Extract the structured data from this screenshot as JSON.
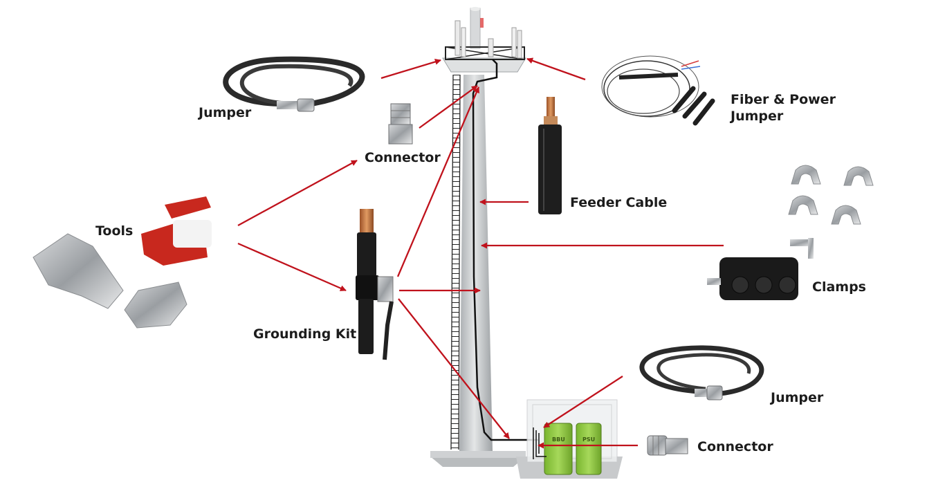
{
  "labels": {
    "jumper_top": "Jumper",
    "connector_top": "Connector",
    "fiber_power_line1": "Fiber & Power",
    "fiber_power_line2": "Jumper",
    "feeder_cable": "Feeder Cable",
    "tools": "Tools",
    "grounding_kit": "Grounding Kit",
    "clamps": "Clamps",
    "jumper_bottom": "Jumper",
    "connector_bottom": "Connector"
  },
  "cabinet": {
    "bbu": "BBU",
    "psu": "PSU"
  },
  "colors": {
    "arrow": "#c0121c",
    "label_text": "#1c1c1c",
    "tower": "#c9ccce",
    "module_green": "#8cc63f",
    "copper": "#c8743c",
    "cable_black": "#1e1e1e",
    "tool_red": "#c8281e"
  }
}
